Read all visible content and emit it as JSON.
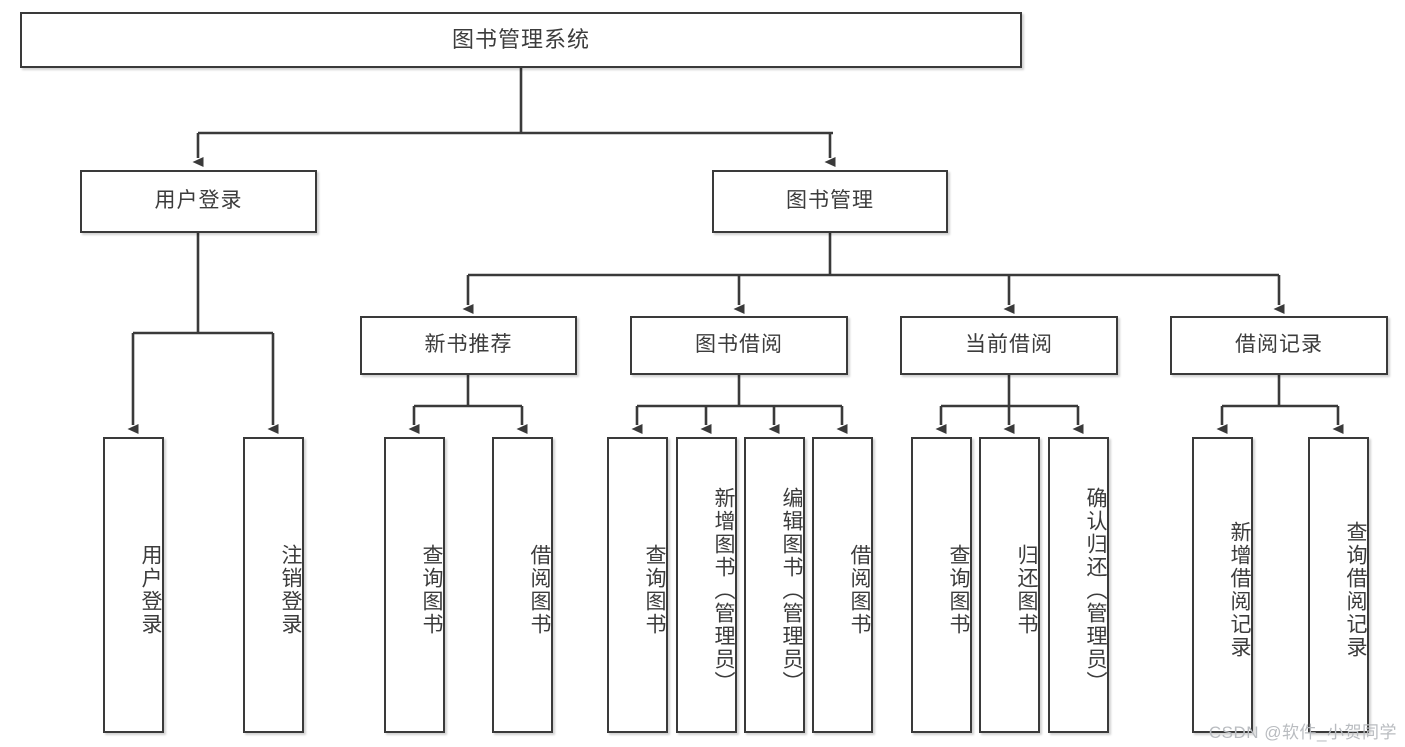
{
  "diagram": {
    "title": "图书管理系统",
    "watermark": "CSDN @软件_小贺同学",
    "colors": {
      "node_border": "#3a3a3a",
      "node_fill": "#ffffff",
      "edge": "#3a3a3a",
      "text": "#3c3c3c",
      "watermark": "#b9bcc0",
      "background": "#ffffff"
    },
    "nodes": {
      "root": {
        "label": "图书管理系统"
      },
      "level1": [
        {
          "label": "用户登录"
        },
        {
          "label": "图书管理"
        }
      ],
      "level2": [
        {
          "label": "新书推荐"
        },
        {
          "label": "图书借阅"
        },
        {
          "label": "当前借阅"
        },
        {
          "label": "借阅记录"
        }
      ],
      "leaves": {
        "user_login": [
          {
            "label": "用户登录"
          },
          {
            "label": "注销登录"
          }
        ],
        "new_book_recommend": [
          {
            "label": "查询图书"
          },
          {
            "label": "借阅图书"
          }
        ],
        "book_borrow": [
          {
            "label": "查询图书"
          },
          {
            "label": "新增图书（管理员）"
          },
          {
            "label": "编辑图书（管理员）"
          },
          {
            "label": "借阅图书"
          }
        ],
        "current_borrow": [
          {
            "label": "查询图书"
          },
          {
            "label": "归还图书"
          },
          {
            "label": "确认归还（管理员）"
          }
        ],
        "borrow_record": [
          {
            "label": "新增借阅记录"
          },
          {
            "label": "查询借阅记录"
          }
        ]
      }
    }
  }
}
